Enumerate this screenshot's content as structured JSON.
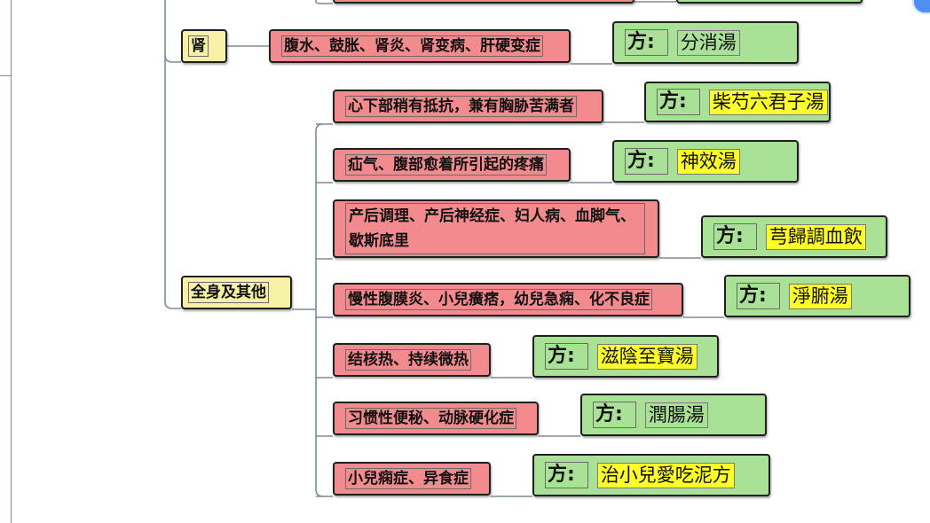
{
  "categories": [
    {
      "id": "kidney",
      "label": "肾"
    },
    {
      "id": "whole",
      "label": "全身及其他"
    }
  ],
  "rows": [
    {
      "symptom": "腹水、鼓胀、肾炎、肾变病、肝硬变症",
      "fang": "方:",
      "formula": "分消湯",
      "formula_highlight": false
    },
    {
      "symptom": "心下部稍有抵抗，兼有胸胁苦满者",
      "fang": "方:",
      "formula": "柴芍六君子湯",
      "formula_highlight": true
    },
    {
      "symptom": "疝气、腹部愈着所引起的疼痛",
      "fang": "方:",
      "formula": "神效湯",
      "formula_highlight": true
    },
    {
      "symptom": "产后调理、产后神经症、妇人病、血脚气、歇斯底里",
      "fang": "方:",
      "formula": "芎歸調血飲",
      "formula_highlight": true
    },
    {
      "symptom": "慢性腹膜炎、小兒癀痞，幼兒急痫、化不良症",
      "fang": "方:",
      "formula": "淨腑湯",
      "formula_highlight": true
    },
    {
      "symptom": "结核热、持续微热",
      "fang": "方:",
      "formula": "滋陰至寶湯",
      "formula_highlight": true
    },
    {
      "symptom": "习惯性便秘、动脉硬化症",
      "fang": "方:",
      "formula": "潤腸湯",
      "formula_highlight": false
    },
    {
      "symptom": "小兒痫症、异食症",
      "fang": "方:",
      "formula": "治小兒愛吃泥方",
      "formula_highlight": true
    }
  ],
  "colors": {
    "category_fill": "#f7f0a7",
    "symptom_fill": "#f38b8e",
    "prescription_fill": "#a9e197",
    "highlight": "#ffff2a",
    "connector": "#7d8b9c"
  }
}
